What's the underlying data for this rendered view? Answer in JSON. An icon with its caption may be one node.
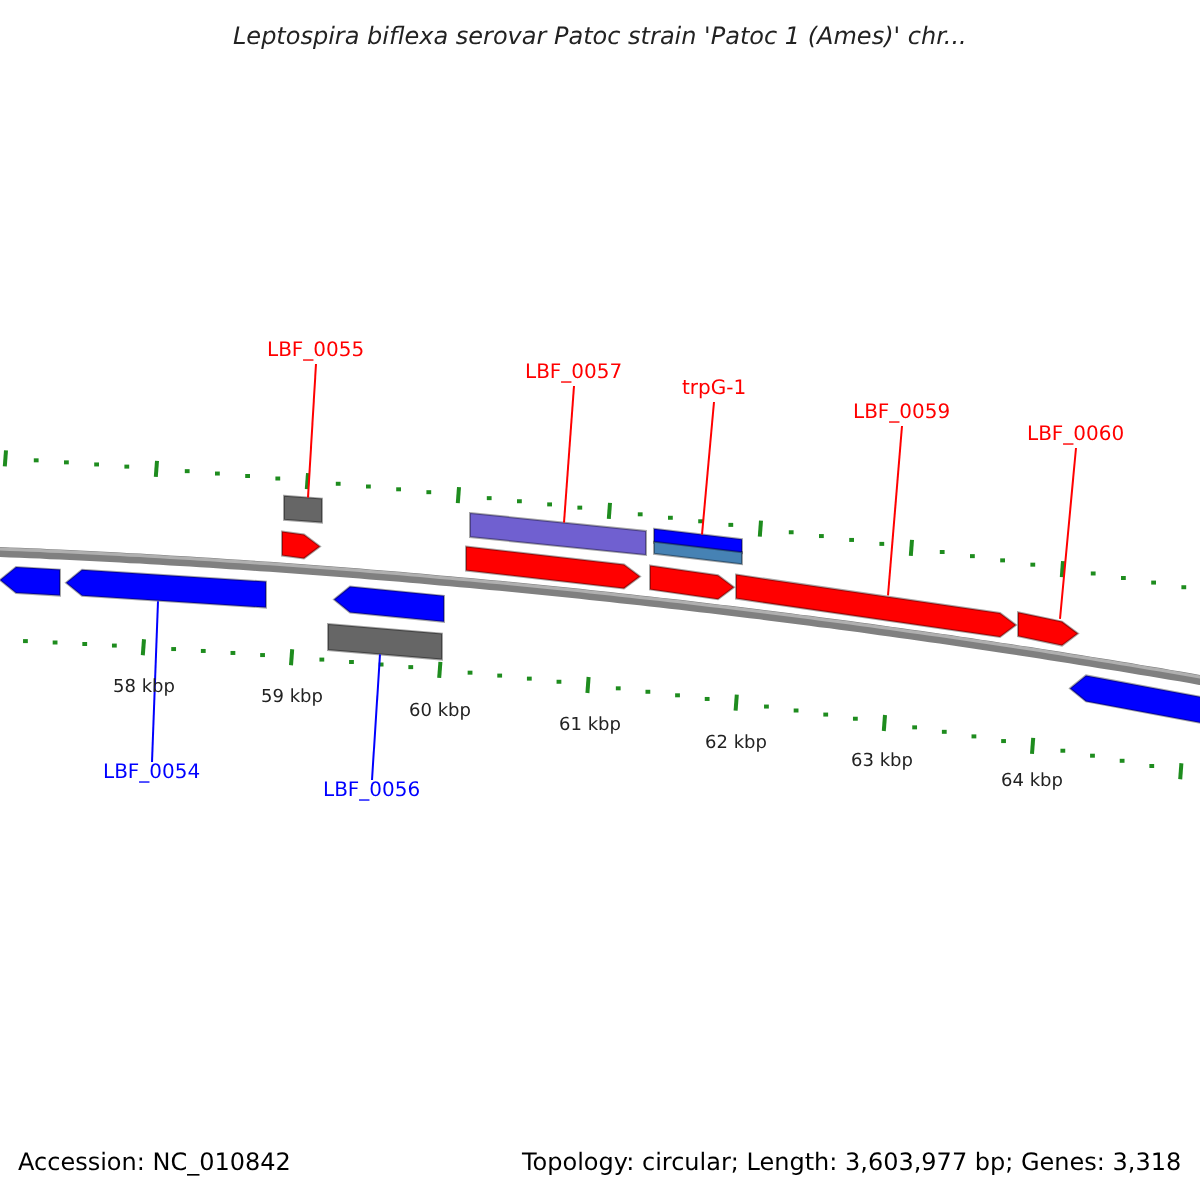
{
  "diagram": {
    "title": "Leptospira biflexa serovar Patoc strain 'Patoc 1 (Ames)' chr...",
    "nodes": [
      {
        "text": [
          "LBF_0055"
        ]
      },
      {
        "text": [
          "LBF_0057"
        ]
      },
      {
        "text": [
          "trpG-1"
        ]
      },
      {
        "text": [
          "LBF_0059"
        ]
      },
      {
        "text": [
          "LBF_0060"
        ]
      },
      {
        "text": [
          "LBF_0054"
        ]
      },
      {
        "text": [
          "LBF_0056"
        ]
      },
      {
        "text": [],
        "shape": "arrow"
      },
      {
        "text": [],
        "shape": "arrow"
      },
      {
        "text": [],
        "shape": "arrow"
      },
      {
        "text": [],
        "shape": "bar"
      },
      {
        "text": [],
        "shape": "bar"
      },
      {
        "text": [],
        "shape": "arrow"
      },
      {
        "text": [],
        "shape": "arrow"
      },
      {
        "text": [],
        "shape": "bar"
      },
      {
        "text": [],
        "shape": "arrow"
      },
      {
        "text": [],
        "shape": "bar"
      },
      {
        "text": [],
        "shape": "bar"
      },
      {
        "text": [],
        "shape": "arrow"
      },
      {
        "text": [],
        "shape": "arrow"
      },
      {
        "text": [],
        "shape": "arrow"
      }
    ],
    "edges": [
      {
        "from": 0,
        "to": 10,
        "arrow": "none"
      },
      {
        "from": 1,
        "to": 14,
        "arrow": "none"
      },
      {
        "from": 2,
        "to": 16,
        "arrow": "none"
      },
      {
        "from": 3,
        "to": 18,
        "arrow": "none"
      },
      {
        "from": 4,
        "to": 19,
        "arrow": "none"
      },
      {
        "from": 5,
        "to": 8,
        "arrow": "none",
        "color": "#0000ff"
      },
      {
        "from": 6,
        "to": 11,
        "arrow": "none",
        "color": "#0000ff"
      }
    ],
    "labels": [
      "58 kbp",
      "59 kbp",
      "60 kbp",
      "61 kbp",
      "62 kbp",
      "63 kbp",
      "64 kbp",
      "Accession: NC_010842",
      "Topology: circular; Length: 3,603,977 bp; Genes: 3,318"
    ]
  }
}
